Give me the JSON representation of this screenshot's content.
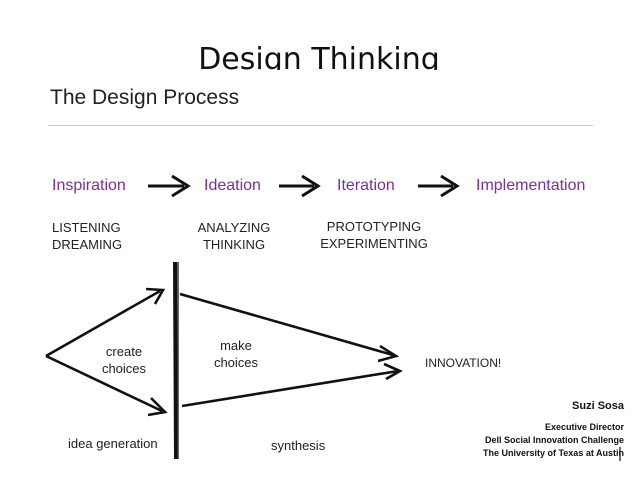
{
  "slide": {
    "title": "Design Thinking"
  },
  "process": {
    "heading": "The Design Process",
    "phases": [
      {
        "label": "Inspiration",
        "activities": [
          "LISTENING",
          "DREAMING"
        ]
      },
      {
        "label": "Ideation",
        "activities": [
          "ANALYZING",
          "THINKING"
        ]
      },
      {
        "label": "Iteration",
        "activities": [
          "PROTOTYPING",
          "EXPERIMENTING"
        ]
      },
      {
        "label": "Implementation"
      }
    ]
  },
  "diagram": {
    "left_note": [
      "create",
      "choices"
    ],
    "right_note": [
      "make",
      "choices"
    ],
    "outcome": "INNOVATION!",
    "left_caption": "idea generation",
    "right_caption": "synthesis"
  },
  "credit": {
    "name": "Suzi Sosa",
    "role": "Executive Director",
    "org": "Dell Social Innovation Challenge",
    "institution": "The University of Texas at Austin"
  },
  "colors": {
    "phase": "#7b2f99",
    "ink": "#1a1a1a"
  }
}
